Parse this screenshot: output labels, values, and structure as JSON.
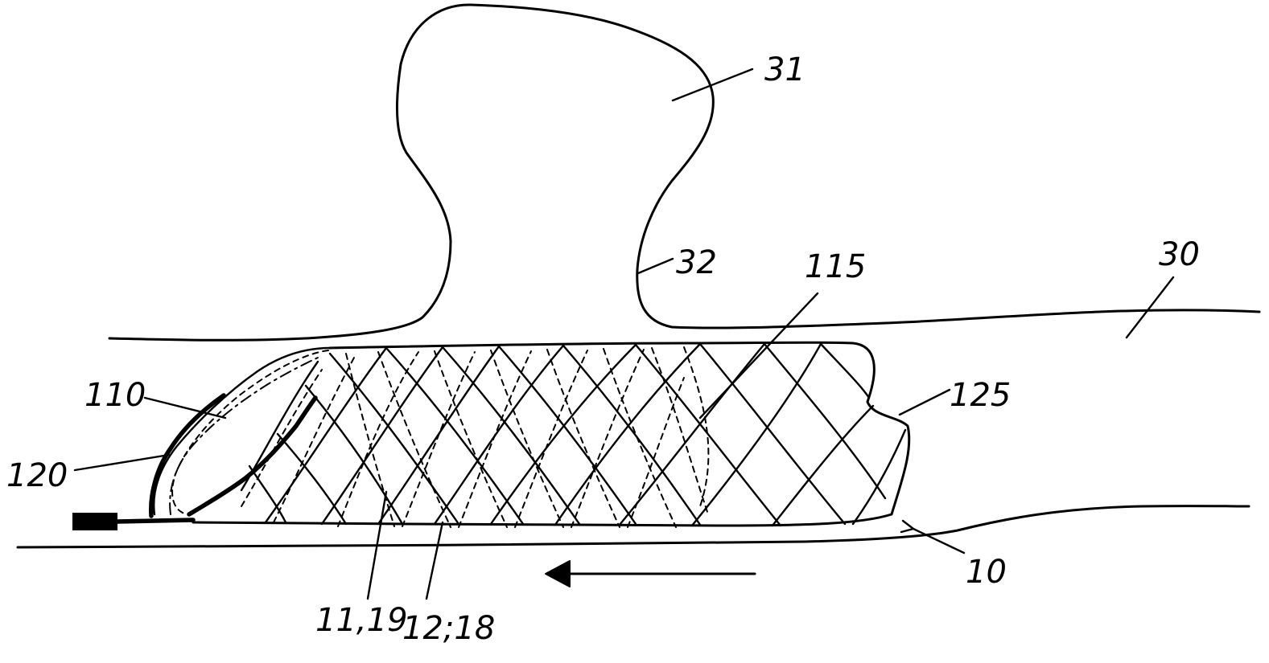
{
  "labels": {
    "l31": "31",
    "l32": "32",
    "l30": "30",
    "l115": "115",
    "l110": "110",
    "l125": "125",
    "l120": "120",
    "l10": "10",
    "l11_19": "11,19",
    "l12_18": "12;18"
  },
  "flow_arrow": {
    "direction": "left"
  }
}
